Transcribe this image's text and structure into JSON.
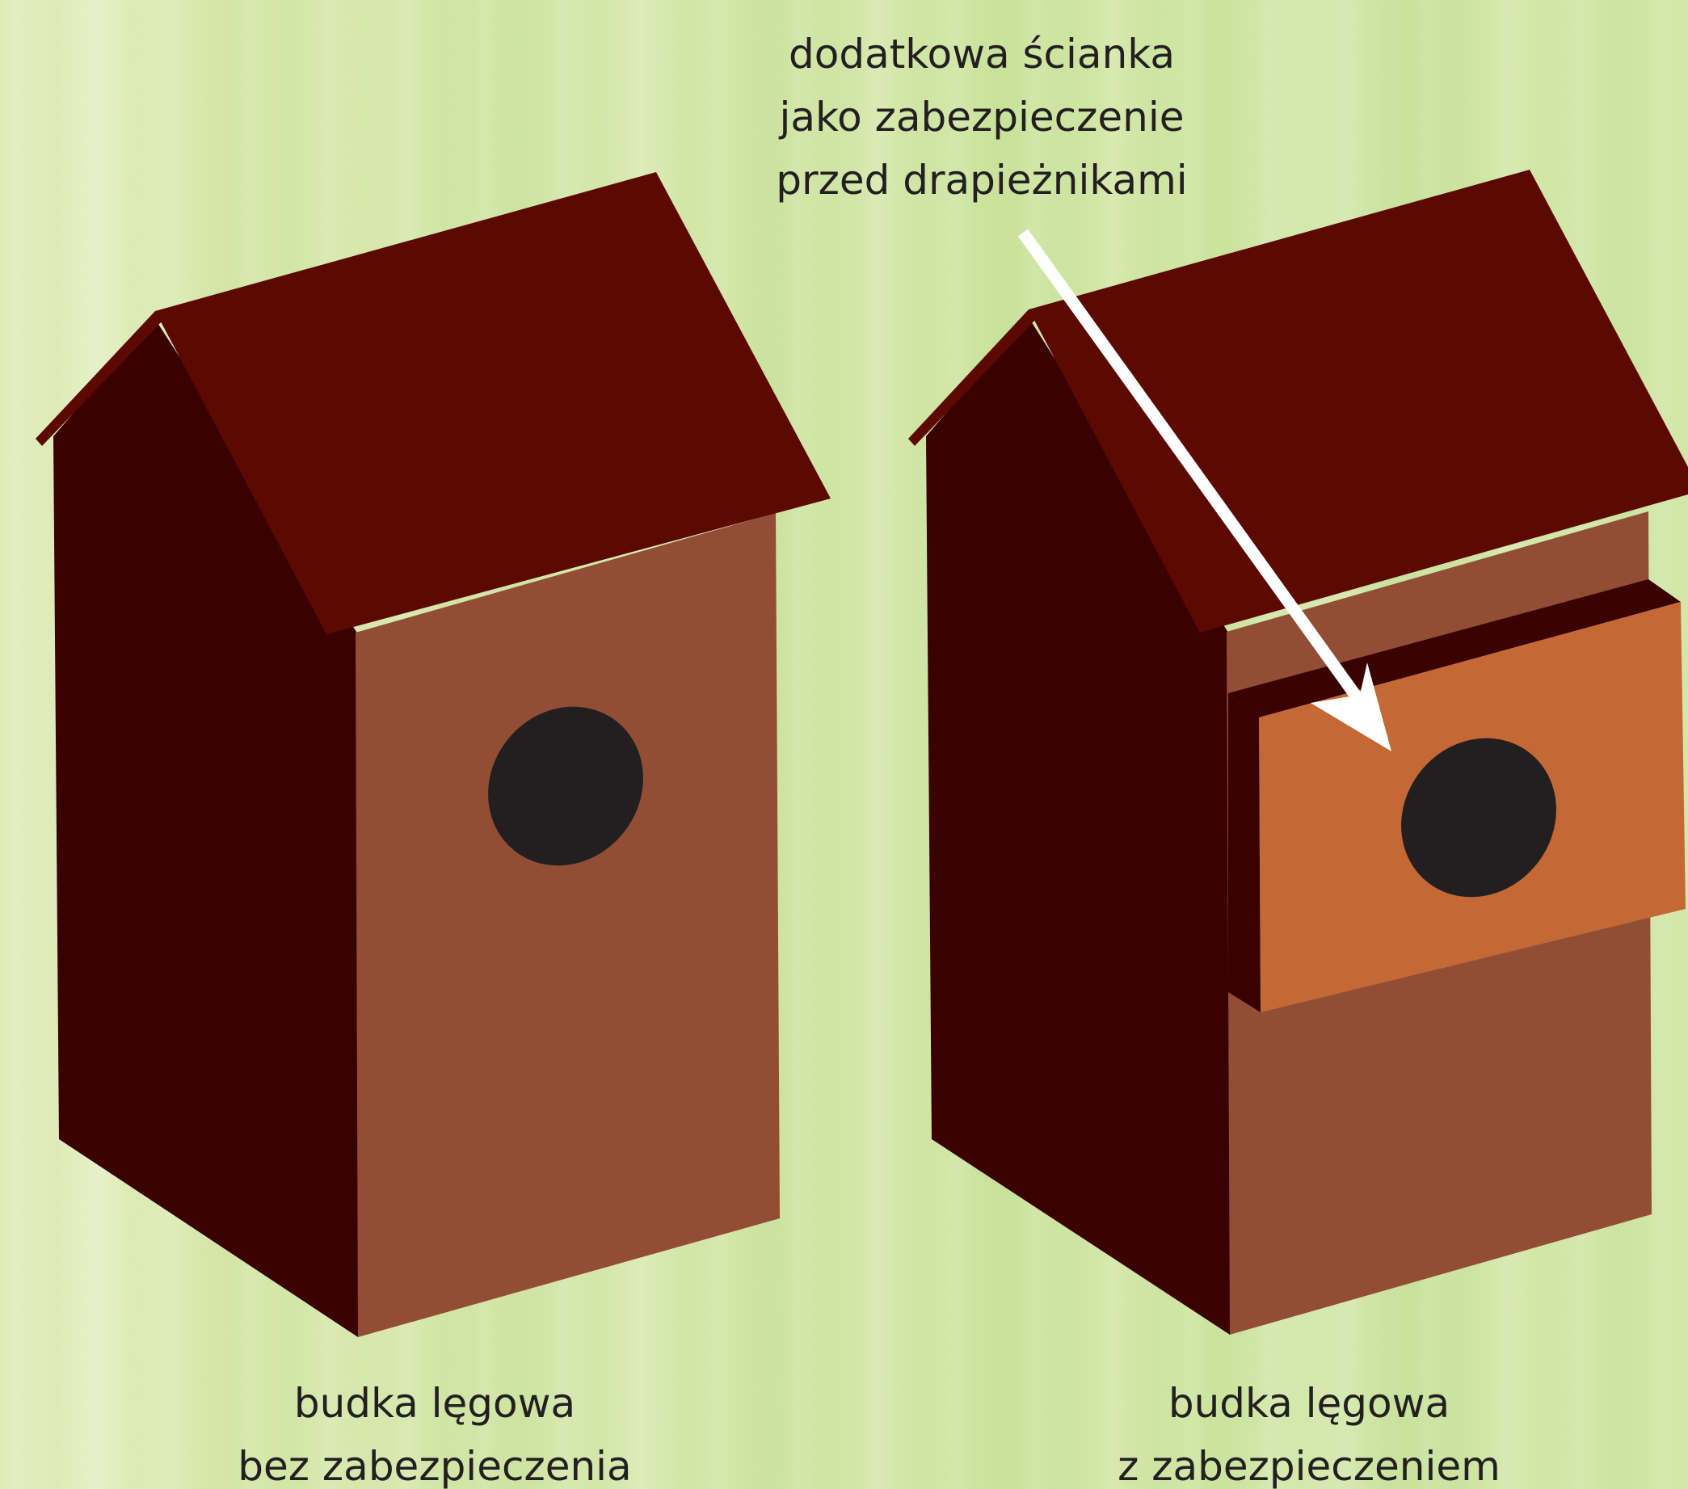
{
  "annotation": {
    "line1": "dodatkowa ścianka",
    "line2": "jako zabezpieczenie",
    "line3": "przed drapieżnikami"
  },
  "captions": {
    "left": {
      "line1": "budka lęgowa",
      "line2": "bez zabezpieczenia"
    },
    "right": {
      "line1": "budka lęgowa",
      "line2": "z zabezpieczeniem"
    }
  },
  "colors": {
    "roof": "#5c0902",
    "side_wall": "#3a0103",
    "front_wall": "#924d35",
    "guard_plate": "#c46935",
    "hole": "#231f20",
    "arrow": "#ffffff"
  }
}
